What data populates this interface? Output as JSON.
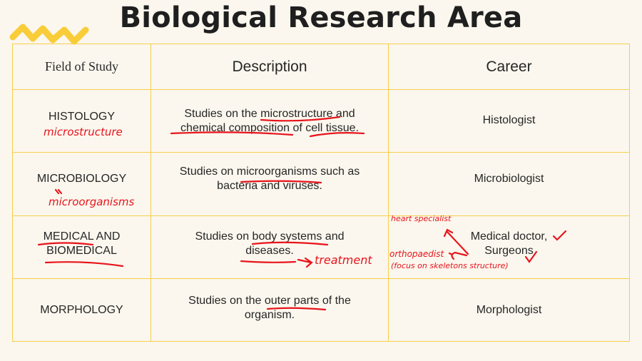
{
  "title": "Biological Research Area",
  "colors": {
    "background": "#fbf7ee",
    "grid": "#f7ce4a",
    "accent_zigzag": "#f9cd3a",
    "annotation": "#e8141c",
    "text": "#262626"
  },
  "table": {
    "headers": [
      "Field of Study",
      "Description",
      "Career"
    ],
    "rows": [
      {
        "field": "HISTOLOGY",
        "description": "Studies on the microstructure and chemical composition of cell tissue.",
        "career": "Histologist"
      },
      {
        "field": "MICROBIOLOGY",
        "description": "Studies on microorganisms such as bacteria and viruses.",
        "career": "Microbiologist"
      },
      {
        "field": "MEDICAL AND BIOMEDICAL",
        "description": "Studies on body systems and diseases.",
        "career": "Medical doctor, Surgeons"
      },
      {
        "field": "MORPHOLOGY",
        "description": "Studies on the outer parts of the organism.",
        "career": "Morphologist"
      }
    ]
  },
  "annotations": {
    "histology_note": "microstructure",
    "microbiology_note": "microorganisms",
    "diseases_note": "treatment",
    "career_note_1": "heart specialist",
    "career_note_2": "orthopaedist",
    "career_note_3": "(focus on skeletons structure)"
  }
}
